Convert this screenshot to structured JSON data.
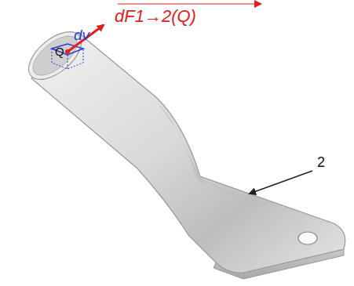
{
  "diagram": {
    "labels": [
      "dv",
      "Q",
      "dF1→2(Q)",
      "2"
    ]
  }
}
